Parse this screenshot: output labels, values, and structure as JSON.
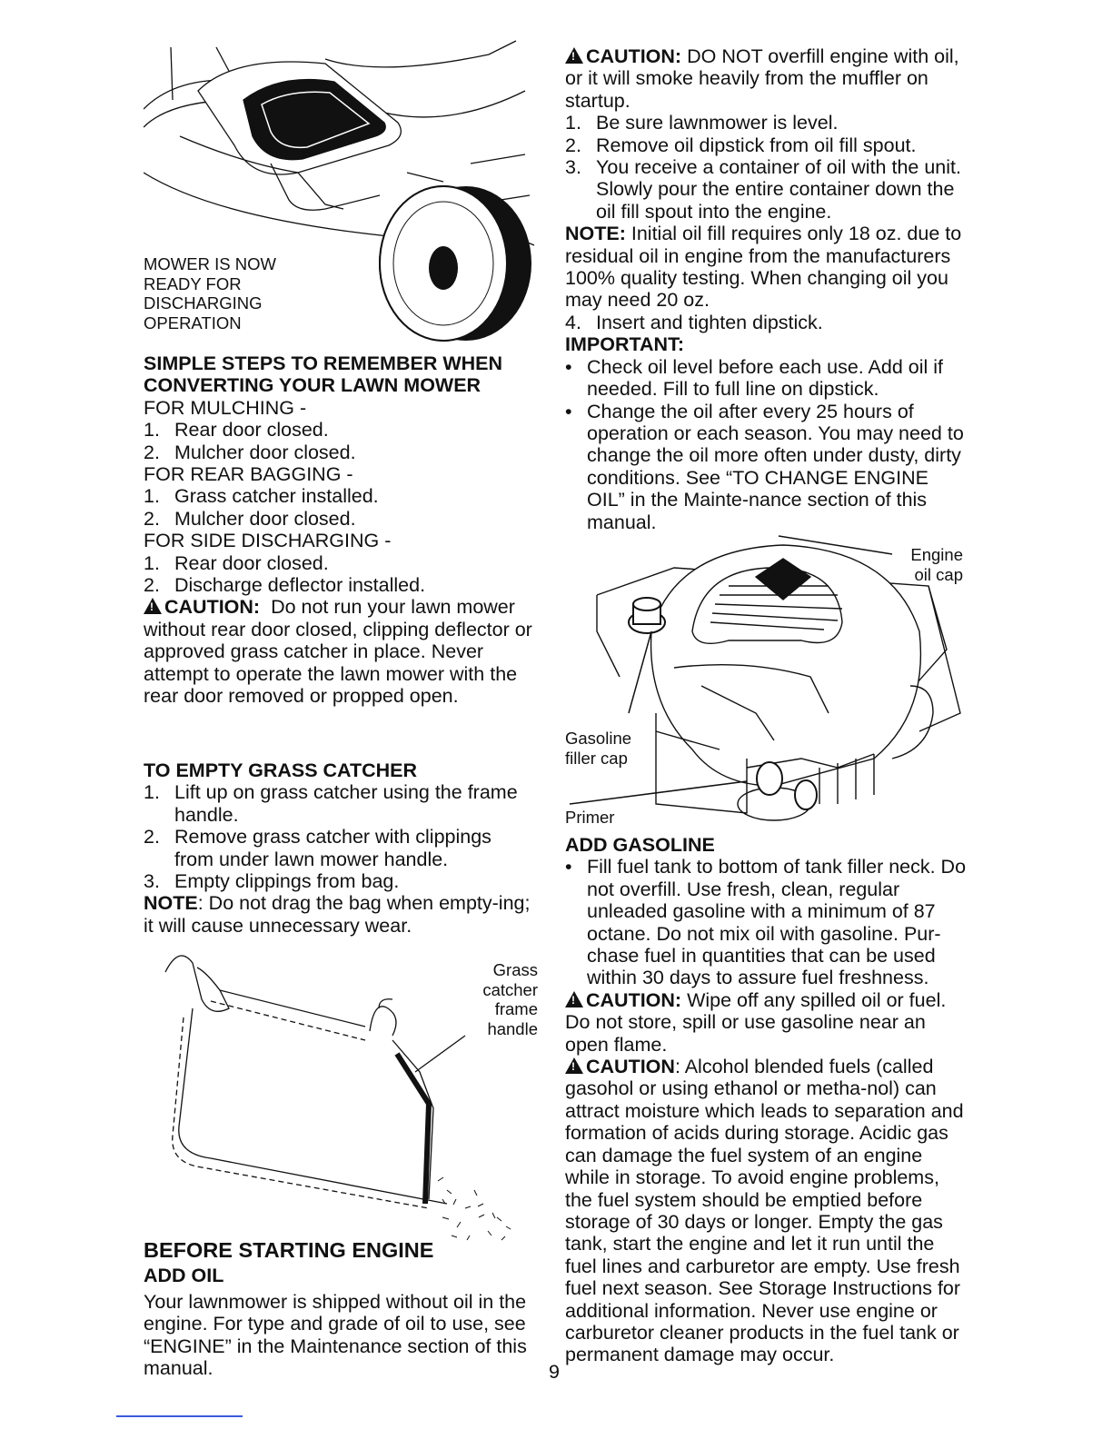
{
  "left": {
    "fig_mower_caption": [
      "MOWER IS NOW",
      "READY FOR",
      "DISCHARGING",
      "OPERATION"
    ],
    "simple_steps_heading": [
      "SIMPLE STEPS TO REMEMBER WHEN",
      "CONVERTING YOUR LAWN MOWER"
    ],
    "mulching_label": "FOR MULCHING -",
    "mulching_steps": [
      "Rear door closed.",
      "Mulcher door closed."
    ],
    "rear_bagging_label": "FOR REAR BAGGING -",
    "rear_bagging_steps": [
      "Grass catcher installed.",
      "Mulcher door closed."
    ],
    "side_discharging_label": "FOR SIDE DISCHARGING -",
    "side_discharging_steps": [
      "Rear door closed.",
      "Discharge deflector installed."
    ],
    "caution1_label": "CAUTION:",
    "caution1_text": "Do not run your lawn mower without rear door closed, clipping deflector or approved grass catcher in place. Never attempt to operate the lawn mower with the rear door removed or propped open.",
    "empty_catcher_heading": "TO EMPTY GRASS CATCHER",
    "empty_catcher_steps": [
      "Lift up on grass catcher using the frame handle.",
      "Remove grass catcher with clippings from under lawn mower handle.",
      "Empty clippings from bag."
    ],
    "note1_label": "NOTE",
    "note1_text": ": Do not drag the bag when empty-ing; it will cause unnecessary wear.",
    "fig_catcher_label": [
      "Grass",
      "catcher",
      "frame",
      "handle"
    ],
    "before_starting_heading": "BEFORE STARTING ENGINE",
    "add_oil_heading": "ADD OIL",
    "add_oil_text": "Your lawnmower is shipped without oil in the engine. For type and grade of oil to use, see “ENGINE” in the Maintenance section of this manual."
  },
  "right": {
    "caution2_label": "CAUTION:",
    "caution2_text": "DO NOT overfill engine with oil, or it will smoke heavily from the muffler on startup.",
    "oil_steps": [
      "Be sure lawnmower is level.",
      "Remove oil dipstick from oil fill spout.",
      "You receive a container of oil with the unit. Slowly pour the entire container down the oil fill spout into the engine."
    ],
    "note2_label": "NOTE:",
    "note2_text": "Initial oil fill requires only 18 oz. due to residual oil in engine from the manufacturers 100% quality testing. When changing oil you may need 20 oz.",
    "oil_step4": "Insert and tighten dipstick.",
    "important_label": "IMPORTANT:",
    "important_bullets": [
      "Check oil level before each use. Add oil if needed. Fill to full line on dipstick.",
      "Change the oil after every 25 hours of operation or each season. You may need to change the oil more often under dusty, dirty conditions. See “TO CHANGE ENGINE OIL” in the Mainte-nance section of this manual."
    ],
    "fig_engine_labels": {
      "engine_oil_cap": [
        "Engine",
        "oil cap"
      ],
      "gasoline_filler_cap": [
        "Gasoline",
        "filler cap"
      ],
      "primer": "Primer"
    },
    "add_gasoline_heading": "ADD GASOLINE",
    "gasoline_bullet": "Fill fuel tank to bottom of tank filler neck. Do not overfill. Use fresh, clean, regular unleaded gasoline with a minimum of 87 octane. Do not mix oil with gasoline. Pur-chase fuel in quantities that can be used within 30 days to assure fuel freshness.",
    "caution3_label": "CAUTION:",
    "caution3_text": "Wipe off any spilled oil or fuel. Do not store, spill or use gasoline near an open flame.",
    "caution4_label": "CAUTION",
    "caution4_text": ": Alcohol blended fuels (called gasohol or using ethanol or metha-nol) can attract moisture which leads to separation and formation of acids during storage. Acidic gas can damage the fuel system of an engine while in storage. To avoid engine problems, the fuel system should be emptied before storage of 30 days or longer. Empty the gas tank, start the engine and let it run until the fuel lines and carburetor are empty. Use fresh fuel next season. See Storage Instructions for additional information. Never use engine or carburetor cleaner products in the fuel tank or permanent damage may occur."
  },
  "page_number": "9"
}
